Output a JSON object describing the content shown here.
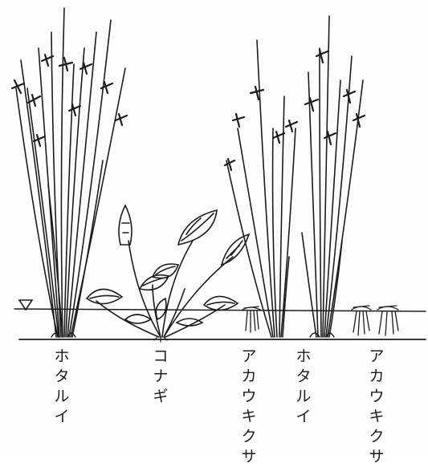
{
  "labels": {
    "hotarui_left": "ホタルイ",
    "konagi": "コナギ",
    "akaukikusa_mid": "アカウキクサ",
    "hotarui_right": "ホタルイ",
    "akaukikusa_right": "アカウキクサ"
  },
  "water_level_symbol": "▽",
  "colors": {
    "ink": "#1c1c1c",
    "paper": "#fdfdfb"
  }
}
